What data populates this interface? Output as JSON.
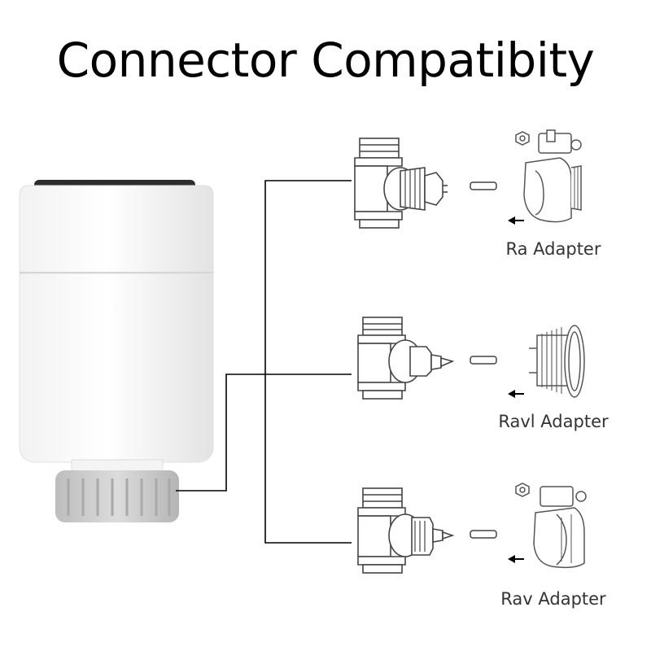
{
  "title": "Connector Compatibity",
  "adapters": [
    {
      "label": "Ra Adapter"
    },
    {
      "label": "Ravl Adapter"
    },
    {
      "label": "Rav Adapter"
    }
  ],
  "colors": {
    "line": "#000000",
    "device_body": "#ffffff",
    "device_shade": "#e4e4e4",
    "device_display": "#2a2a2a",
    "nut": "#cfcfcf",
    "sketch": "#444444"
  }
}
